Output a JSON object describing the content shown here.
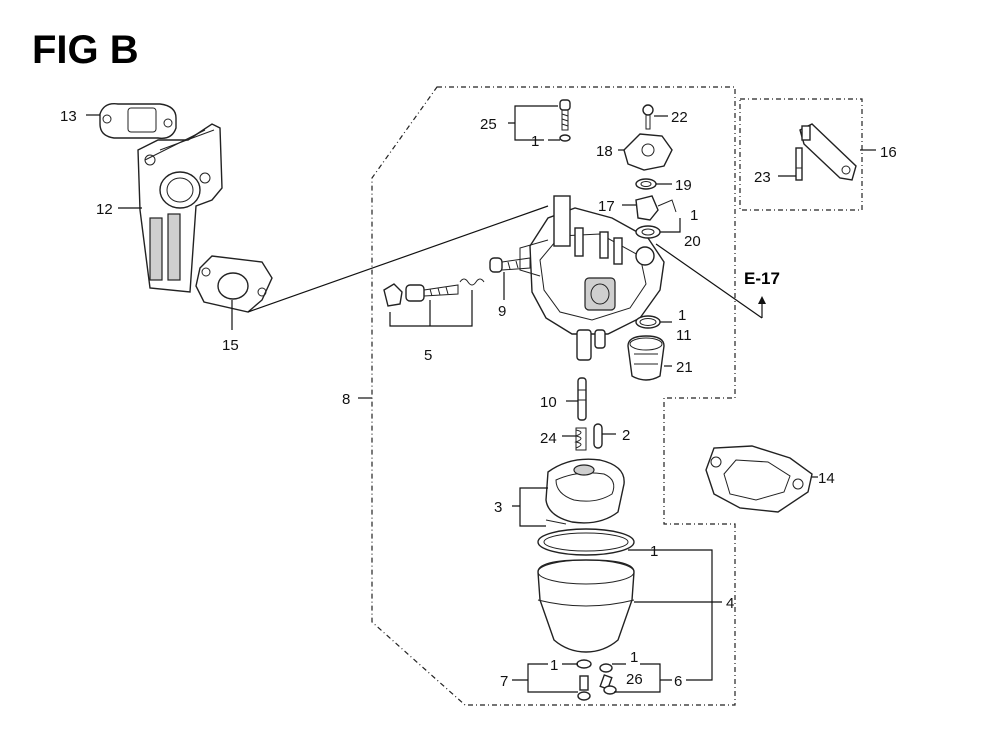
{
  "figure": {
    "title": "FIG B",
    "reference": "E-17"
  },
  "callouts": [
    {
      "key": "c13",
      "text": "13"
    },
    {
      "key": "c12",
      "text": "12"
    },
    {
      "key": "c15",
      "text": "15"
    },
    {
      "key": "c25",
      "text": "25"
    },
    {
      "key": "c1a",
      "text": "1"
    },
    {
      "key": "c22",
      "text": "22"
    },
    {
      "key": "c18",
      "text": "18"
    },
    {
      "key": "c19",
      "text": "19"
    },
    {
      "key": "c17",
      "text": "17"
    },
    {
      "key": "c1b",
      "text": "1"
    },
    {
      "key": "c20",
      "text": "20"
    },
    {
      "key": "c16",
      "text": "16"
    },
    {
      "key": "c23",
      "text": "23"
    },
    {
      "key": "c9",
      "text": "9"
    },
    {
      "key": "c5",
      "text": "5"
    },
    {
      "key": "c1c",
      "text": "1"
    },
    {
      "key": "c11",
      "text": "11"
    },
    {
      "key": "c21",
      "text": "21"
    },
    {
      "key": "c8",
      "text": "8"
    },
    {
      "key": "c10",
      "text": "10"
    },
    {
      "key": "c24",
      "text": "24"
    },
    {
      "key": "c2",
      "text": "2"
    },
    {
      "key": "c14",
      "text": "14"
    },
    {
      "key": "c3",
      "text": "3"
    },
    {
      "key": "c1d",
      "text": "1"
    },
    {
      "key": "c4",
      "text": "4"
    },
    {
      "key": "c7",
      "text": "7"
    },
    {
      "key": "c1e",
      "text": "1"
    },
    {
      "key": "c1f",
      "text": "1"
    },
    {
      "key": "c26",
      "text": "26"
    },
    {
      "key": "c6",
      "text": "6"
    }
  ]
}
